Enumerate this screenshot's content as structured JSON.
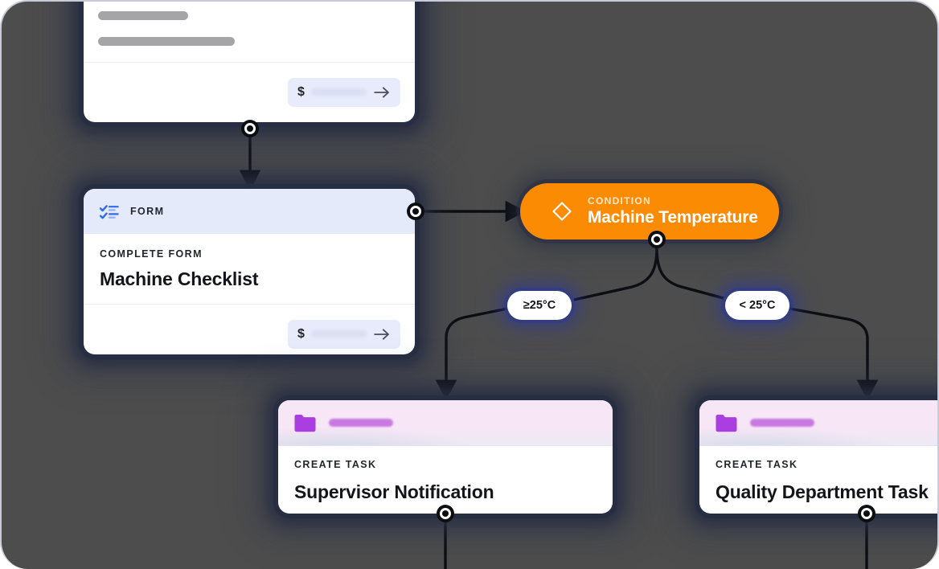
{
  "canvas": {
    "background_color": "#4d4d4d",
    "border_color": "#c9ccd8"
  },
  "nodes": {
    "top_card": {
      "name": "skeleton-card",
      "chip": {
        "currency_symbol": "$",
        "arrow_icon": "arrow-right-icon"
      }
    },
    "form_card": {
      "header_icon": "checklist-icon",
      "header_label": "FORM",
      "eyebrow": "COMPLETE FORM",
      "title": "Machine Checklist",
      "chip": {
        "currency_symbol": "$",
        "arrow_icon": "arrow-right-icon"
      }
    },
    "condition": {
      "icon": "diamond-icon",
      "eyebrow": "CONDITION",
      "title": "Machine Temperature",
      "color": "#fc8b04"
    },
    "task_left": {
      "header_icon": "folder-icon",
      "eyebrow": "CREATE TASK",
      "title": "Supervisor Notification"
    },
    "task_right": {
      "header_icon": "folder-icon",
      "eyebrow": "CREATE TASK",
      "title": "Quality Department Task"
    }
  },
  "branches": {
    "hot_label": "≥25°C",
    "cold_label": "< 25°C"
  }
}
